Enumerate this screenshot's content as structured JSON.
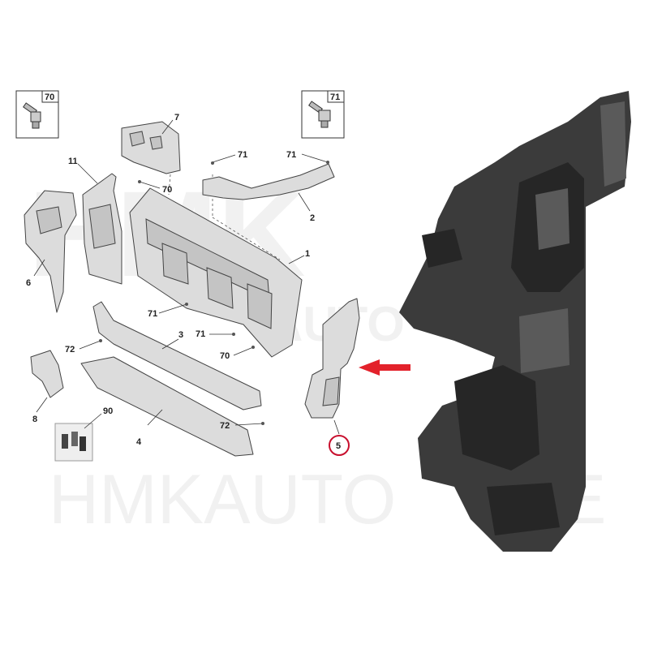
{
  "watermark": {
    "top_text": "HMK",
    "top_text_2": "AUTO",
    "bottom_text": "HMKAUTO",
    "bottom_text_tail": "E"
  },
  "fastener_boxes": [
    {
      "label": "70"
    },
    {
      "label": "71"
    }
  ],
  "callouts": {
    "c1": "1",
    "c2": "2",
    "c3": "3",
    "c4": "4",
    "c5": "5",
    "c6": "6",
    "c7": "7",
    "c8": "8",
    "c11": "11",
    "c70a": "70",
    "c70b": "70",
    "c71a": "71",
    "c71b": "71",
    "c71c": "71",
    "c71d": "71",
    "c72a": "72",
    "c72b": "72",
    "c90": "90"
  },
  "highlight": {
    "part": "5",
    "circle_color": "#c8102e",
    "arrow_color": "#e3222b"
  },
  "icons": {
    "bolt_70": "bolt-icon",
    "bolt_71": "flange-bolt-icon",
    "arrow": "arrow-left-icon"
  }
}
